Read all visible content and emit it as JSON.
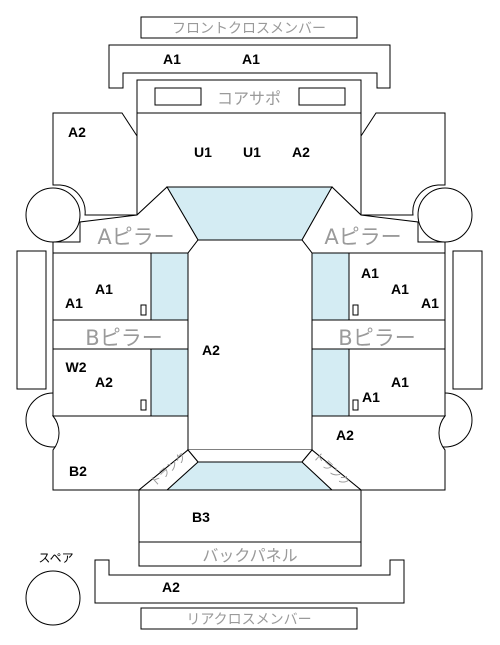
{
  "labels": {
    "front_cross_member": "フロントクロスメンバー",
    "core_support": "コアサポ",
    "a_pillar": "Aピラー",
    "b_pillar": "Bピラー",
    "back_panel": "バックパネル",
    "rear_cross_member": "リアクロスメンバー",
    "spare": "スペア",
    "trunk": "トランク"
  },
  "grades": {
    "front_cross_left": "A1",
    "front_cross_right": "A1",
    "front_left_fender": "A2",
    "hood_left": "U1",
    "hood_center": "U1",
    "hood_right": "A2",
    "left_front_door_upper": "A1",
    "left_front_door_lower": "A1",
    "right_front_door_1": "A1",
    "right_front_door_2": "A1",
    "right_front_door_3": "A1",
    "roof": "A2",
    "left_rear_door_1": "W2",
    "left_rear_door_2": "A2",
    "right_rear_door_1": "A1",
    "right_rear_door_2": "A1",
    "right_quarter": "A2",
    "left_quarter": "B2",
    "trunk_lid": "B3",
    "rear_cross": "A2"
  },
  "colors": {
    "glass": "#d4ecf3",
    "line": "#000000",
    "label_gray": "#9a9a9a"
  }
}
